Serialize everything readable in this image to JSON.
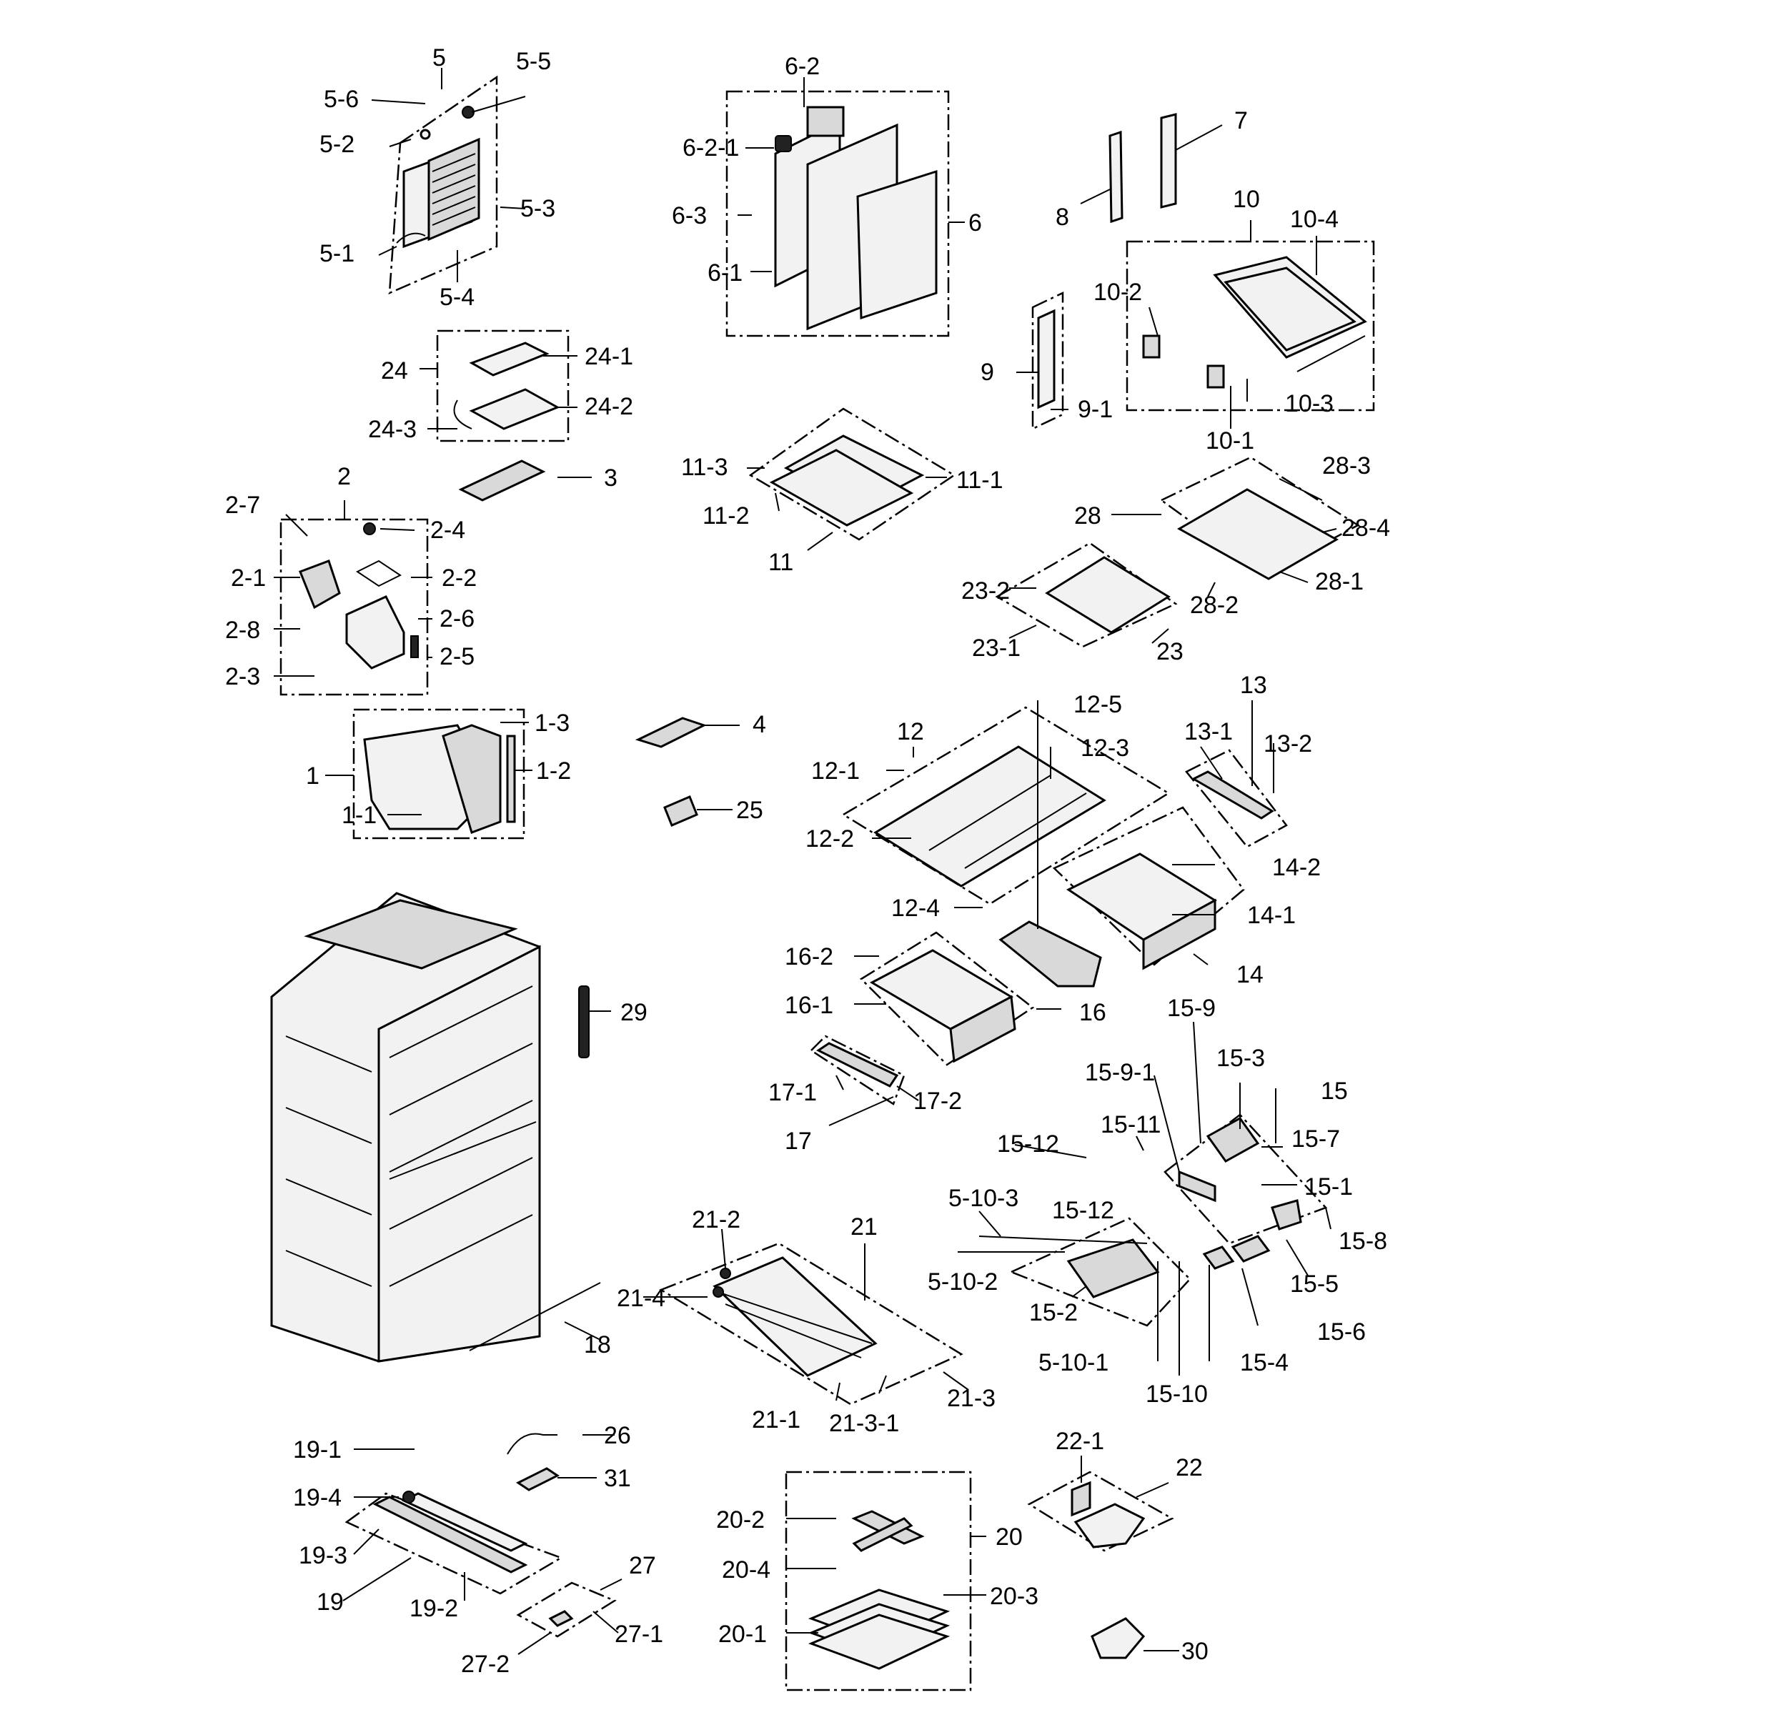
{
  "callouts": [
    {
      "id": "c5",
      "text": "5"
    },
    {
      "id": "c5-5",
      "text": "5-5"
    },
    {
      "id": "c5-6",
      "text": "5-6"
    },
    {
      "id": "c5-2",
      "text": "5-2"
    },
    {
      "id": "c5-3",
      "text": "5-3"
    },
    {
      "id": "c5-1",
      "text": "5-1"
    },
    {
      "id": "c5-4",
      "text": "5-4"
    },
    {
      "id": "c6-2",
      "text": "6-2"
    },
    {
      "id": "c6-2-1",
      "text": "6-2-1"
    },
    {
      "id": "c6-3",
      "text": "6-3"
    },
    {
      "id": "c6",
      "text": "6"
    },
    {
      "id": "c6-1",
      "text": "6-1"
    },
    {
      "id": "c7",
      "text": "7"
    },
    {
      "id": "c8",
      "text": "8"
    },
    {
      "id": "c10",
      "text": "10"
    },
    {
      "id": "c10-4",
      "text": "10-4"
    },
    {
      "id": "c10-2",
      "text": "10-2"
    },
    {
      "id": "c10-3",
      "text": "10-3"
    },
    {
      "id": "c10-1",
      "text": "10-1"
    },
    {
      "id": "c9",
      "text": "9"
    },
    {
      "id": "c9-1",
      "text": "9-1"
    },
    {
      "id": "c24",
      "text": "24"
    },
    {
      "id": "c24-1",
      "text": "24-1"
    },
    {
      "id": "c24-2",
      "text": "24-2"
    },
    {
      "id": "c24-3",
      "text": "24-3"
    },
    {
      "id": "c3",
      "text": "3"
    },
    {
      "id": "c11-3",
      "text": "11-3"
    },
    {
      "id": "c11-1",
      "text": "11-1"
    },
    {
      "id": "c11-2",
      "text": "11-2"
    },
    {
      "id": "c11",
      "text": "11"
    },
    {
      "id": "c28-3",
      "text": "28-3"
    },
    {
      "id": "c28",
      "text": "28"
    },
    {
      "id": "c28-4",
      "text": "28-4"
    },
    {
      "id": "c28-1",
      "text": "28-1"
    },
    {
      "id": "c28-2",
      "text": "28-2"
    },
    {
      "id": "c23-2",
      "text": "23-2"
    },
    {
      "id": "c23-1",
      "text": "23-1"
    },
    {
      "id": "c23",
      "text": "23"
    },
    {
      "id": "c2",
      "text": "2"
    },
    {
      "id": "c2-7",
      "text": "2-7"
    },
    {
      "id": "c2-4",
      "text": "2-4"
    },
    {
      "id": "c2-1",
      "text": "2-1"
    },
    {
      "id": "c2-2",
      "text": "2-2"
    },
    {
      "id": "c2-8",
      "text": "2-8"
    },
    {
      "id": "c2-6",
      "text": "2-6"
    },
    {
      "id": "c2-5",
      "text": "2-5"
    },
    {
      "id": "c2-3",
      "text": "2-3"
    },
    {
      "id": "c1-3",
      "text": "1-3"
    },
    {
      "id": "c4",
      "text": "4"
    },
    {
      "id": "c1",
      "text": "1"
    },
    {
      "id": "c1-2",
      "text": "1-2"
    },
    {
      "id": "c1-1",
      "text": "1-1"
    },
    {
      "id": "c25",
      "text": "25"
    },
    {
      "id": "c12-5",
      "text": "12-5"
    },
    {
      "id": "c12",
      "text": "12"
    },
    {
      "id": "c12-3",
      "text": "12-3"
    },
    {
      "id": "c13",
      "text": "13"
    },
    {
      "id": "c13-1",
      "text": "13-1"
    },
    {
      "id": "c13-2",
      "text": "13-2"
    },
    {
      "id": "c12-1",
      "text": "12-1"
    },
    {
      "id": "c12-2",
      "text": "12-2"
    },
    {
      "id": "c14-2",
      "text": "14-2"
    },
    {
      "id": "c12-4",
      "text": "12-4"
    },
    {
      "id": "c14-1",
      "text": "14-1"
    },
    {
      "id": "c14",
      "text": "14"
    },
    {
      "id": "c16-2",
      "text": "16-2"
    },
    {
      "id": "c16-1",
      "text": "16-1"
    },
    {
      "id": "c16",
      "text": "16"
    },
    {
      "id": "c29",
      "text": "29"
    },
    {
      "id": "c15-9",
      "text": "15-9"
    },
    {
      "id": "c15-9-1",
      "text": "15-9-1"
    },
    {
      "id": "c15-3",
      "text": "15-3"
    },
    {
      "id": "c15",
      "text": "15"
    },
    {
      "id": "c17-1",
      "text": "17-1"
    },
    {
      "id": "c17-2",
      "text": "17-2"
    },
    {
      "id": "c15-11",
      "text": "15-11"
    },
    {
      "id": "c15-7",
      "text": "15-7"
    },
    {
      "id": "c17",
      "text": "17"
    },
    {
      "id": "c15-12a",
      "text": "15-12"
    },
    {
      "id": "c15-1",
      "text": "15-1"
    },
    {
      "id": "c5-10-3",
      "text": "5-10-3"
    },
    {
      "id": "c15-12b",
      "text": "15-12"
    },
    {
      "id": "c21-2",
      "text": "21-2"
    },
    {
      "id": "c21",
      "text": "21"
    },
    {
      "id": "c15-8",
      "text": "15-8"
    },
    {
      "id": "c21-4",
      "text": "21-4"
    },
    {
      "id": "c5-10-2",
      "text": "5-10-2"
    },
    {
      "id": "c15-5",
      "text": "15-5"
    },
    {
      "id": "c15-2",
      "text": "15-2"
    },
    {
      "id": "c15-6",
      "text": "15-6"
    },
    {
      "id": "c18",
      "text": "18"
    },
    {
      "id": "c5-10-1",
      "text": "5-10-1"
    },
    {
      "id": "c15-4",
      "text": "15-4"
    },
    {
      "id": "c21-3",
      "text": "21-3"
    },
    {
      "id": "c15-10",
      "text": "15-10"
    },
    {
      "id": "c21-1",
      "text": "21-1"
    },
    {
      "id": "c21-3-1",
      "text": "21-3-1"
    },
    {
      "id": "c26",
      "text": "26"
    },
    {
      "id": "c19-1",
      "text": "19-1"
    },
    {
      "id": "c22-1",
      "text": "22-1"
    },
    {
      "id": "c22",
      "text": "22"
    },
    {
      "id": "c31",
      "text": "31"
    },
    {
      "id": "c19-4",
      "text": "19-4"
    },
    {
      "id": "c20-2",
      "text": "20-2"
    },
    {
      "id": "c20",
      "text": "20"
    },
    {
      "id": "c19-3",
      "text": "19-3"
    },
    {
      "id": "c27",
      "text": "27"
    },
    {
      "id": "c20-4",
      "text": "20-4"
    },
    {
      "id": "c19",
      "text": "19"
    },
    {
      "id": "c19-2",
      "text": "19-2"
    },
    {
      "id": "c20-3",
      "text": "20-3"
    },
    {
      "id": "c27-1",
      "text": "27-1"
    },
    {
      "id": "c20-1",
      "text": "20-1"
    },
    {
      "id": "c30",
      "text": "30"
    },
    {
      "id": "c27-2",
      "text": "27-2"
    }
  ]
}
